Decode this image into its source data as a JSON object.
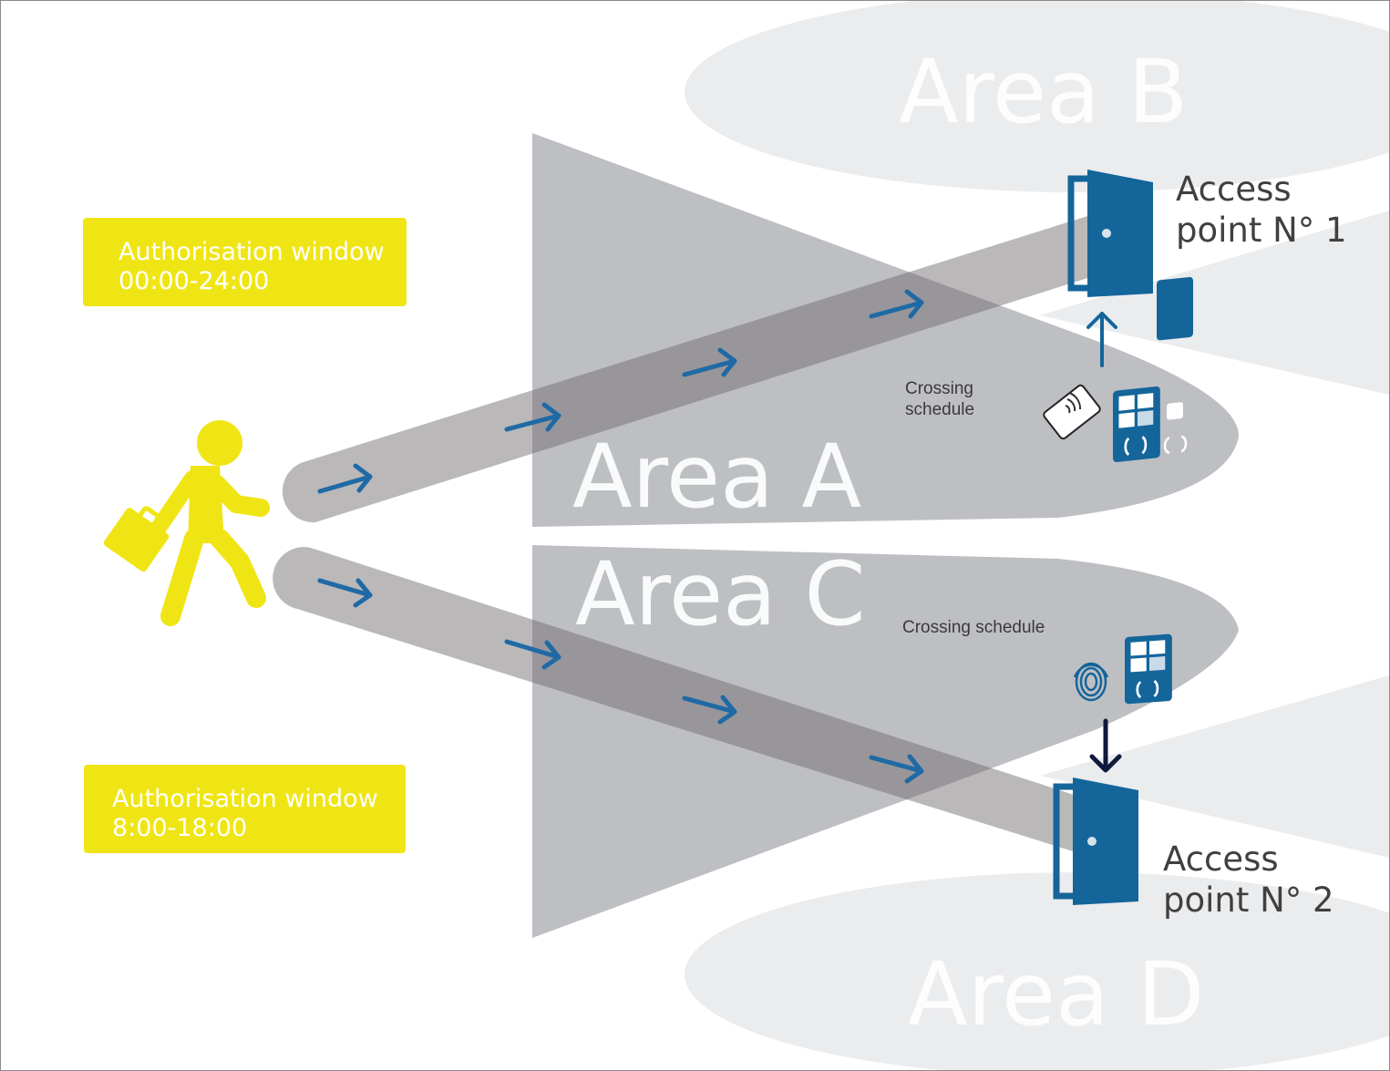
{
  "areas": {
    "a": "Area A",
    "b": "Area B",
    "c": "Area C",
    "d": "Area D"
  },
  "authorisation_windows": [
    {
      "line1": "Authorisation window",
      "line2": "00:00-24:00"
    },
    {
      "line1": "Authorisation window",
      "line2": "8:00-18:00"
    }
  ],
  "access_points": [
    {
      "line1": "Access",
      "line2": "point N° 1"
    },
    {
      "line1": "Access",
      "line2": "point N° 2"
    }
  ],
  "crossing_schedules": {
    "top": {
      "line1": "Crossing",
      "line2": "schedule"
    },
    "bottom": "Crossing schedule"
  },
  "icons": {
    "person": "walking-person-with-briefcase-icon",
    "door": "open-door-icon",
    "card": "contactless-card-icon",
    "reader": "keypad-reader-icon",
    "fingerprint": "fingerprint-icon"
  },
  "colors": {
    "accent_yellow": "#f0e514",
    "door_blue": "#14659a",
    "arrow_blue": "#1f6aa5",
    "zone_gray": "#bcbdc1",
    "light_zone_gray": "#ebecee",
    "path_gray": "#a8a8aa"
  }
}
